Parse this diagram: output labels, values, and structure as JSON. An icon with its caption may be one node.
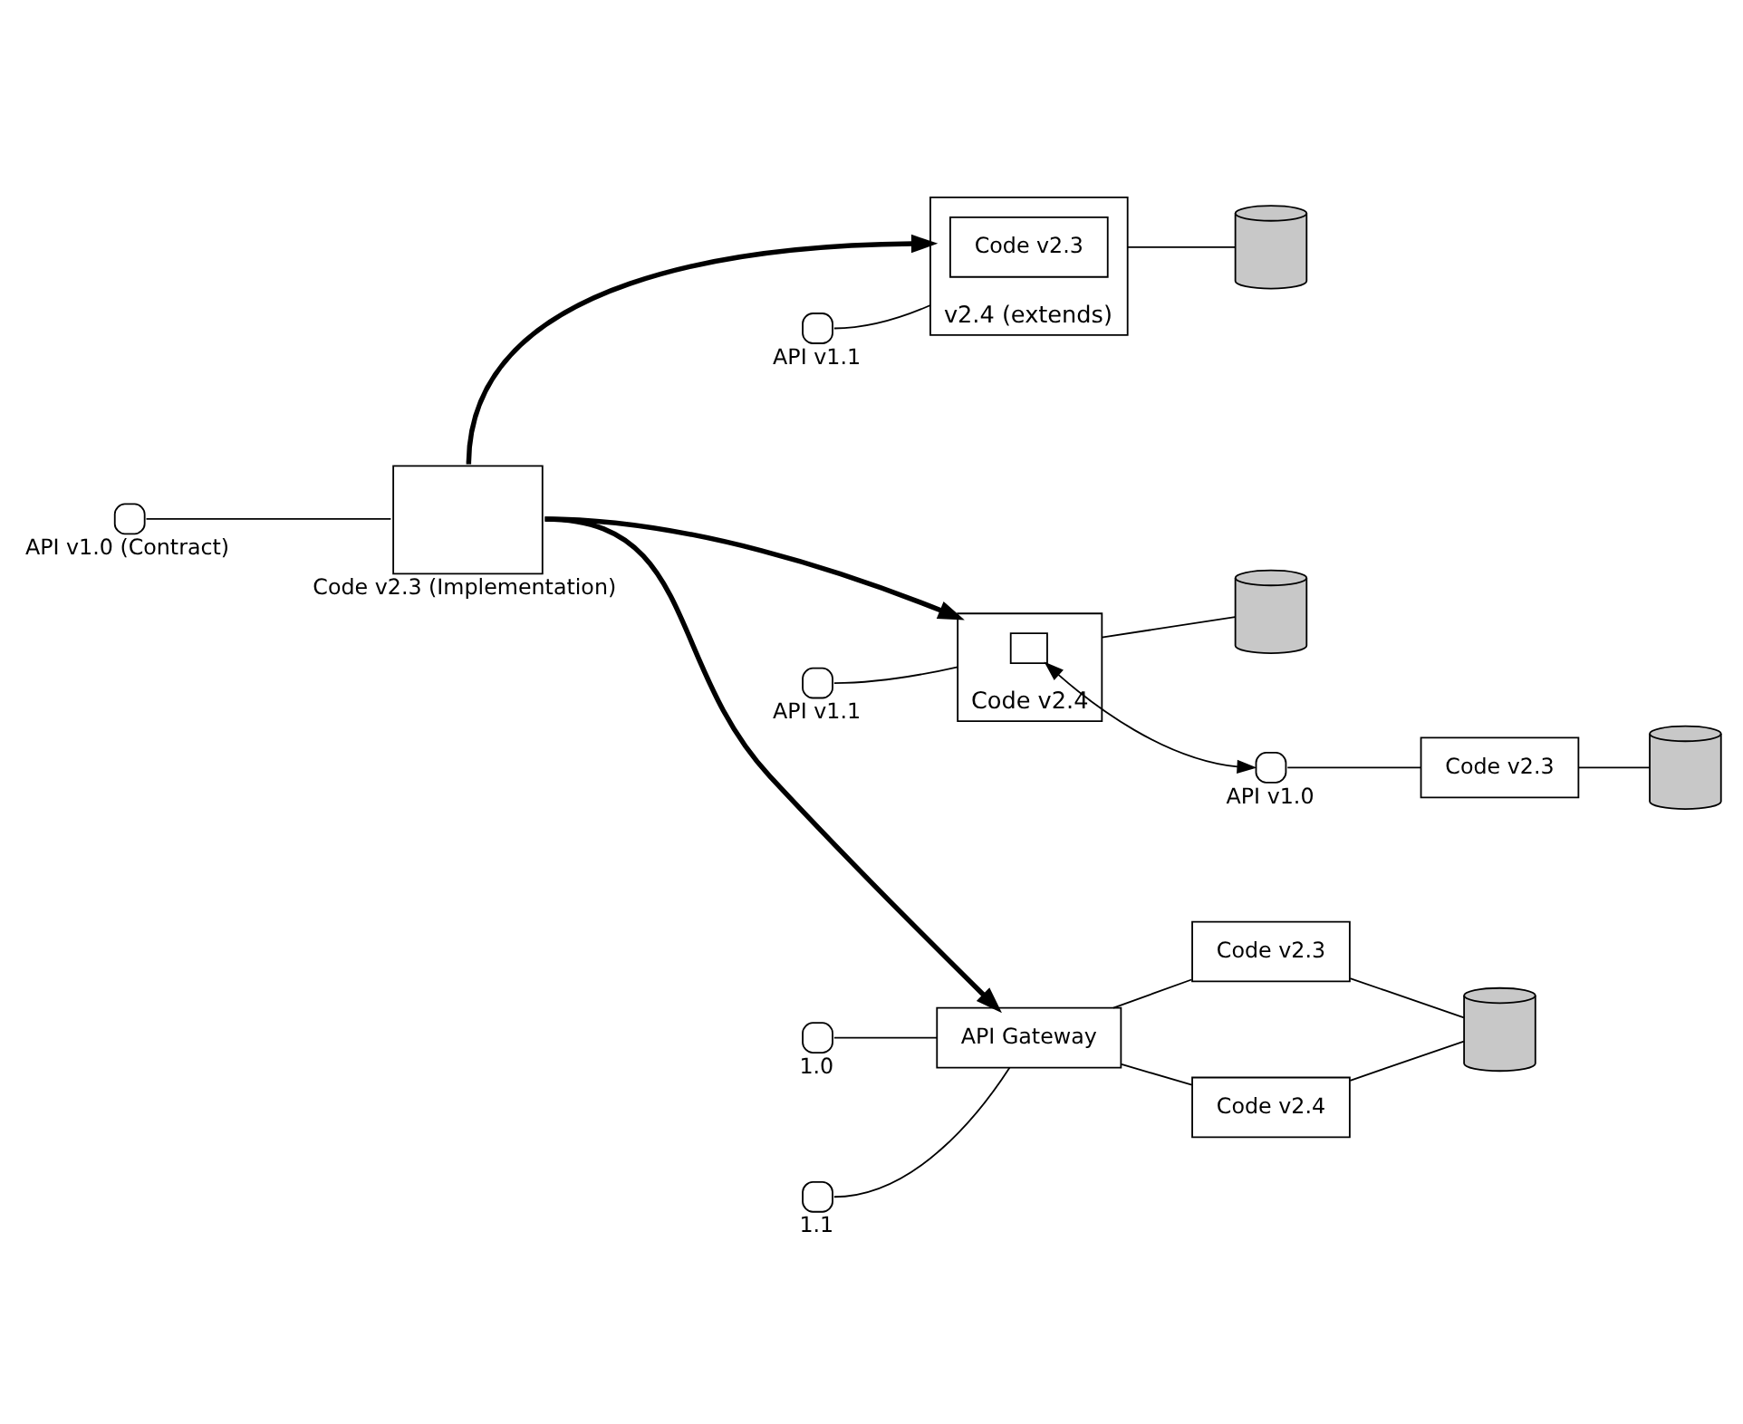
{
  "diagram": {
    "nodes": [
      {
        "text": [
          "API v1.0 (Contract)"
        ]
      },
      {
        "text": [
          "Code v2.3 (Implementation)"
        ]
      },
      {
        "text": [
          "API v1.1"
        ]
      },
      {
        "text": [
          "v2.4 (extends)"
        ]
      },
      {
        "text": [
          "Code v2.3"
        ],
        "in": 3
      },
      {
        "text": [],
        "shape": "cylinder"
      },
      {
        "text": [
          "API v1.1"
        ]
      },
      {
        "text": [
          "Code v2.4"
        ]
      },
      {
        "text": [],
        "shape": "box",
        "in": 7
      },
      {
        "text": [],
        "shape": "cylinder"
      },
      {
        "text": [
          "API v1.0"
        ]
      },
      {
        "text": [
          "Code v2.3"
        ]
      },
      {
        "text": [],
        "shape": "cylinder"
      },
      {
        "text": [
          "1.0"
        ]
      },
      {
        "text": [
          "1.1"
        ]
      },
      {
        "text": [
          "API Gateway"
        ]
      },
      {
        "text": [
          "Code v2.3"
        ]
      },
      {
        "text": [
          "Code v2.4"
        ]
      },
      {
        "text": [],
        "shape": "cylinder"
      }
    ],
    "edges": [
      {
        "from": 0,
        "to": 1,
        "arrow": "none"
      },
      {
        "from": 1,
        "to": 3,
        "arrow": "to",
        "style": "thick"
      },
      {
        "from": 1,
        "to": 7,
        "arrow": "to",
        "style": "thick"
      },
      {
        "from": 1,
        "to": 15,
        "arrow": "to",
        "style": "thick"
      },
      {
        "from": 2,
        "to": 3,
        "arrow": "none"
      },
      {
        "from": 3,
        "to": 5,
        "arrow": "none"
      },
      {
        "from": 6,
        "to": 7,
        "arrow": "none"
      },
      {
        "from": 7,
        "to": 9,
        "arrow": "none"
      },
      {
        "from": 8,
        "to": 10,
        "arrow": "both"
      },
      {
        "from": 10,
        "to": 11,
        "arrow": "none"
      },
      {
        "from": 11,
        "to": 12,
        "arrow": "none"
      },
      {
        "from": 13,
        "to": 15,
        "arrow": "none"
      },
      {
        "from": 14,
        "to": 15,
        "arrow": "none"
      },
      {
        "from": 15,
        "to": 16,
        "arrow": "none"
      },
      {
        "from": 15,
        "to": 17,
        "arrow": "none"
      },
      {
        "from": 16,
        "to": 18,
        "arrow": "none"
      },
      {
        "from": 17,
        "to": 18,
        "arrow": "none"
      }
    ]
  }
}
